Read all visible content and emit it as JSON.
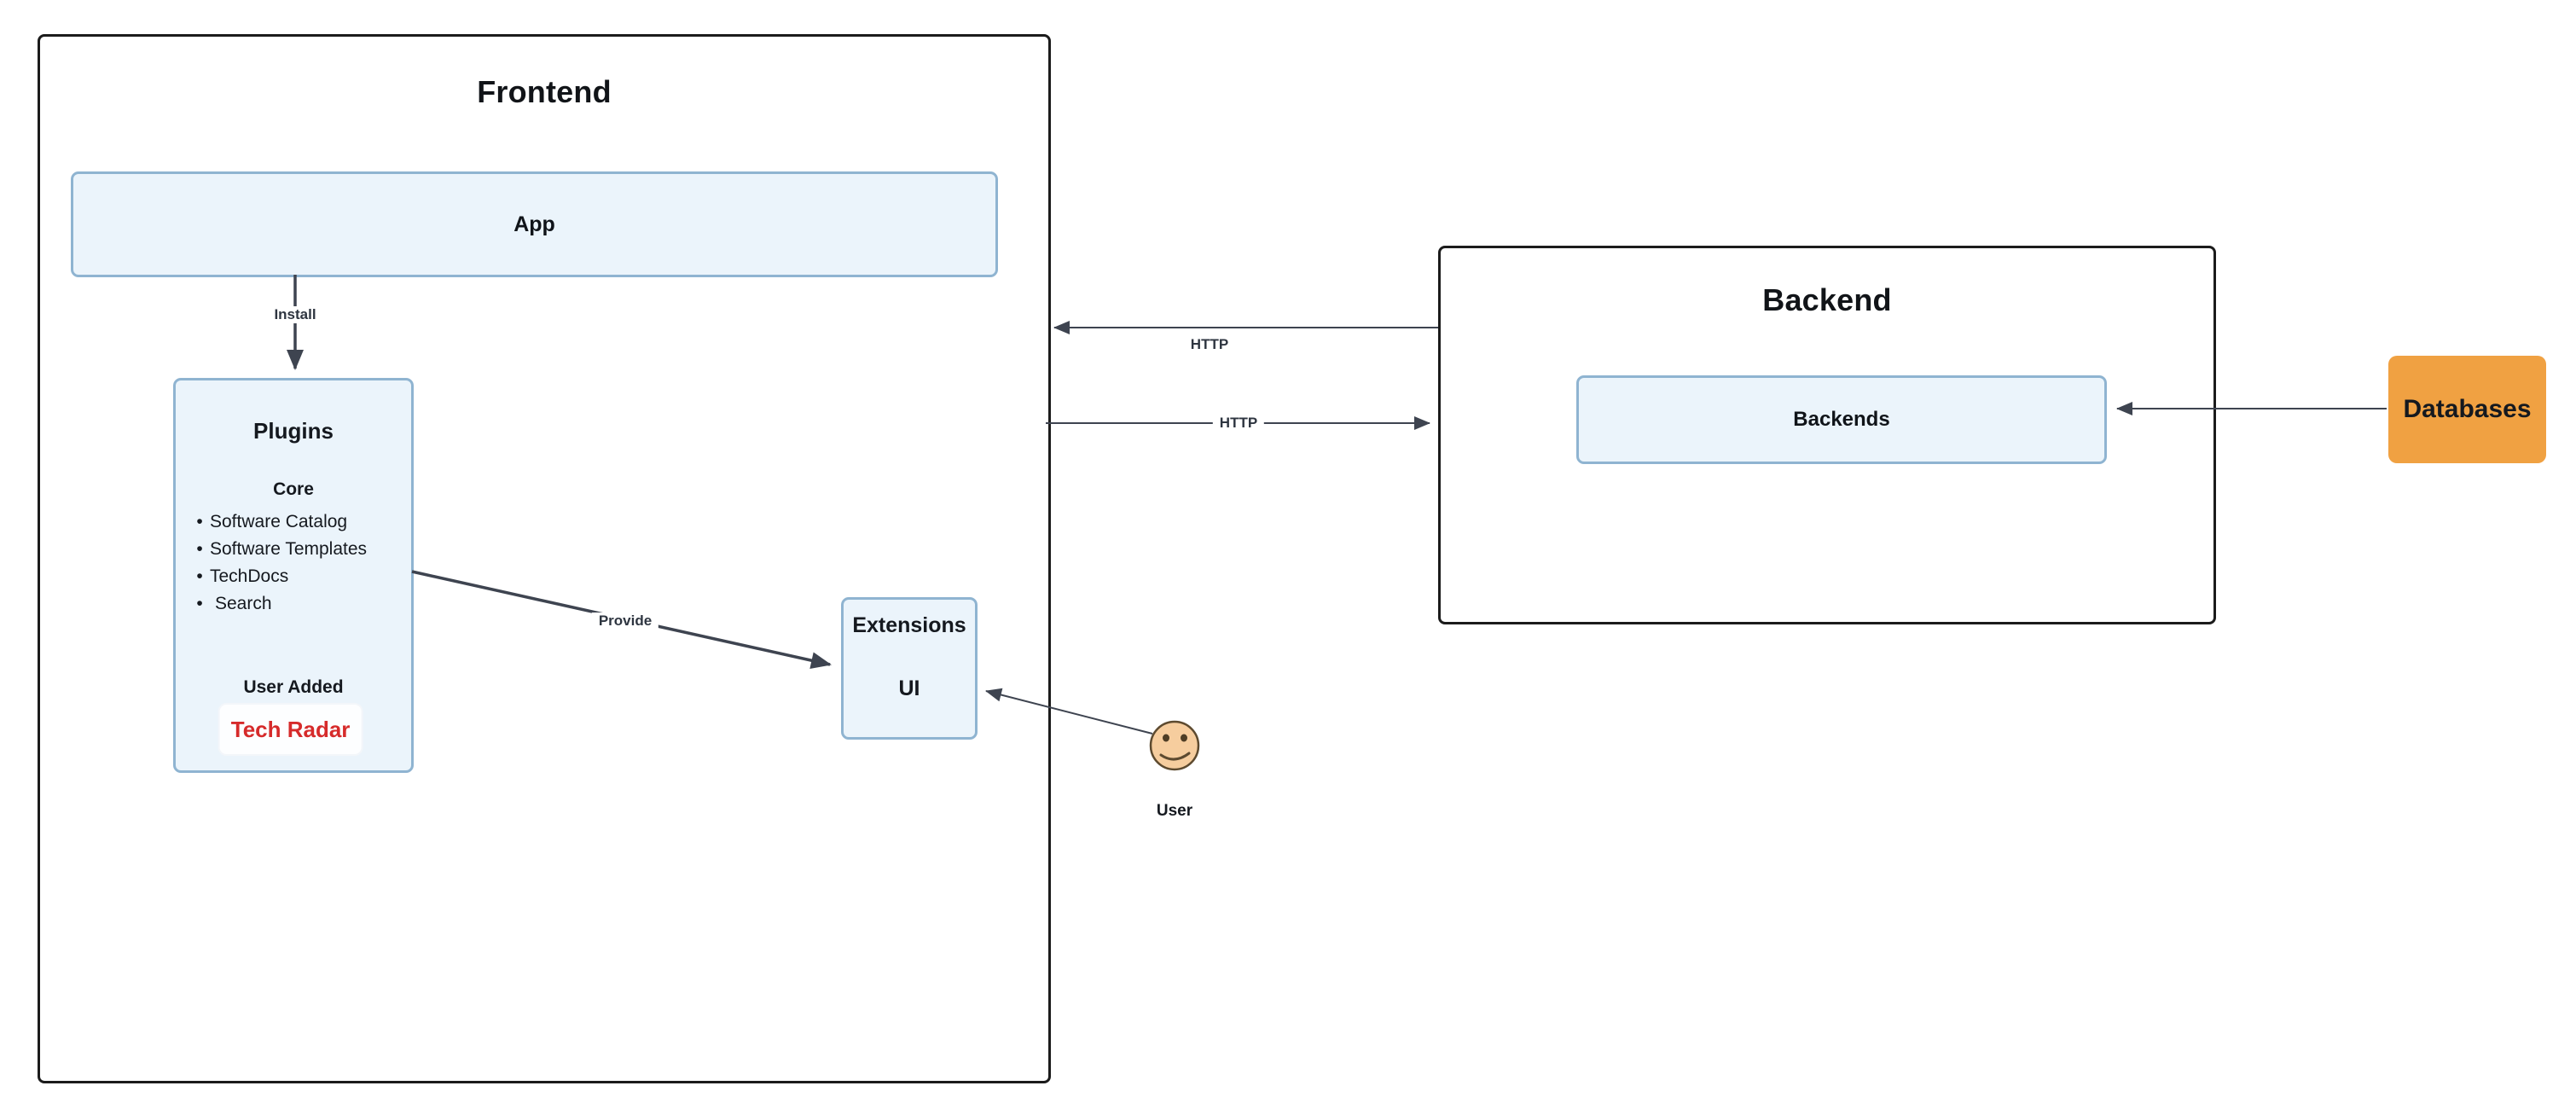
{
  "frontend": {
    "title": "Frontend",
    "app_label": "App",
    "plugins": {
      "title": "Plugins",
      "core_heading": "Core",
      "core_items": [
        "Software Catalog",
        "Software Templates",
        "TechDocs",
        "Search"
      ],
      "bullet": "•",
      "user_added_heading": "User Added",
      "user_added_item": "Tech Radar"
    },
    "extensions": {
      "title": "Extensions",
      "subtitle": "UI"
    }
  },
  "backend": {
    "title": "Backend",
    "backends_label": "Backends"
  },
  "databases": {
    "label": "Databases"
  },
  "user": {
    "label": "User"
  },
  "edges": {
    "install": "Install",
    "provide": "Provide",
    "http_to_frontend": "HTTP",
    "http_to_backend": "HTTP"
  },
  "colors": {
    "node_fill_blue": "#EBF4FB",
    "node_border_blue": "#8FB4D1",
    "group_border": "#1b1b1b",
    "arrow": "#3E4450",
    "databases_orange": "#F0A142",
    "tech_radar_red": "#D62B2B",
    "user_face_fill": "#F6CD9E",
    "user_face_stroke": "#5D4A2F"
  }
}
